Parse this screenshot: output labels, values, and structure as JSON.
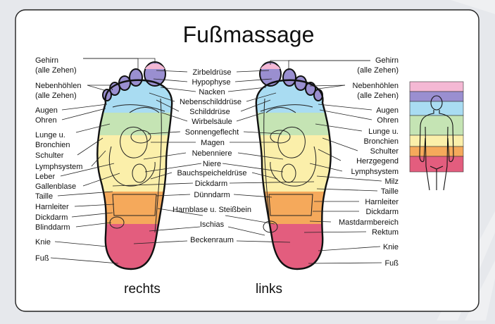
{
  "title": "Fußmassage",
  "foot_labels": {
    "right": "rechts",
    "left": "links"
  },
  "colors": {
    "pink": "#f4b8d4",
    "purple": "#9a8fd0",
    "blue": "#a9dcf2",
    "green": "#c5e4b4",
    "yellow": "#fbefaa",
    "orange": "#f5a95b",
    "red": "#e35d7e"
  },
  "zones_legend": [
    "pink",
    "purple",
    "blue",
    "green",
    "yellow",
    "orange",
    "red"
  ],
  "labels_right_foot_outer": [
    "Gehirn",
    "(alle Zehen)",
    "Nebenhöhlen",
    "(alle Zehen)",
    "Augen",
    "Ohren",
    "Lunge u.",
    "Bronchien",
    "Schulter",
    "Lymphsystem",
    "Leber",
    "Gallenblase",
    "Taille",
    "Harnleiter",
    "Dickdarm",
    "Blinddarm",
    "Knie",
    "Fuß"
  ],
  "labels_center": [
    "Zirbeldrüse",
    "Hypophyse",
    "Nacken",
    "Nebenschilddrüse",
    "Schilddrüse",
    "Wirbelsäule",
    "Sonnengeflecht",
    "Magen",
    "Nebenniere",
    "Niere",
    "Bauchspeicheldrüse",
    "Dickdarm",
    "Dünndarm",
    "Harnblase u. Steißbein",
    "Ischias",
    "Beckenraum"
  ],
  "labels_left_foot_outer": [
    "Gehirn",
    "(alle Zehen)",
    "Nebenhöhlen",
    "(alle Zehen)",
    "Augen",
    "Ohren",
    "Lunge u.",
    "Bronchien",
    "Schulter",
    "Herzgegend",
    "Lymphsystem",
    "Milz",
    "Taille",
    "Harnleiter",
    "Dickdarm",
    "Mastdarmbereich",
    "Rektum",
    "Knie",
    "Fuß"
  ]
}
